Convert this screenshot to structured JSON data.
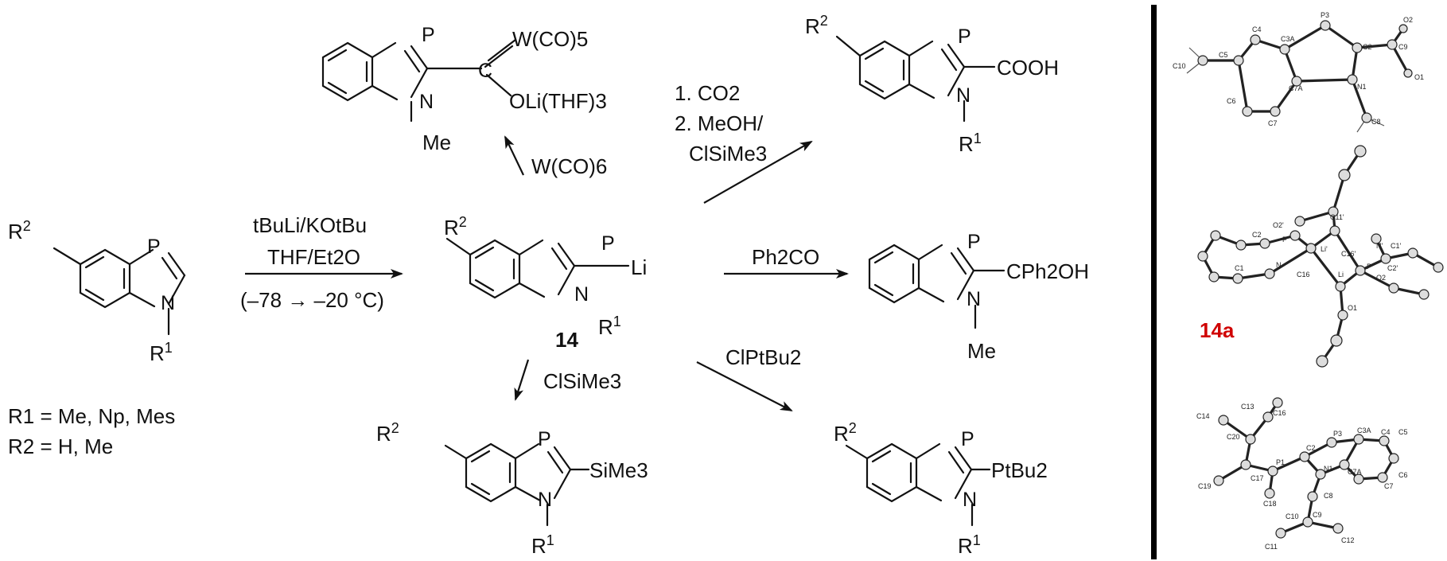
{
  "reagents": {
    "main": [
      "tBuLi/KOtBu",
      "THF/Et2O",
      "(–78 → –20 °C)"
    ],
    "upper_left": "W(CO)6",
    "upper_right": [
      "1. CO2",
      "2. MeOH/",
      "ClSiMe3"
    ],
    "middle_right": "Ph2CO",
    "lower_left": "ClSiMe3",
    "lower_right": "ClPtBu2"
  },
  "substituent_legend": [
    "R1 = Me, Np, Mes",
    "R2 = H, Me"
  ],
  "compound_label": "14",
  "crystal_label": "14a",
  "groups": {
    "carbene": [
      "W(CO)5",
      "OLi(THF)3",
      "Me"
    ],
    "acid": "COOH",
    "alcohol": "CPh2OH",
    "silyl": "SiMe3",
    "phosphino": "PtBu2",
    "lithio": "Li"
  },
  "colors": {
    "accent": "#d00000",
    "ink": "#111111",
    "divider": "#000000"
  }
}
